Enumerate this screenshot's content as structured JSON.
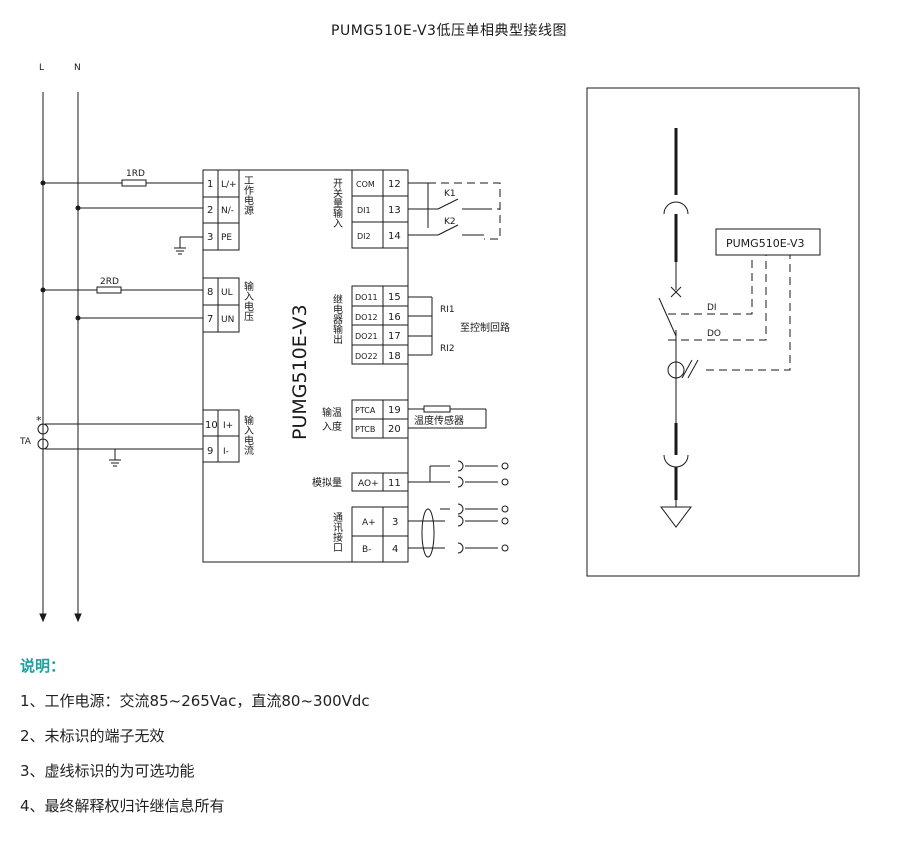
{
  "title": "PUMG510E-V3低压单相典型接线图",
  "lines": {
    "L": "L",
    "N": "N"
  },
  "ta": {
    "label": "TA",
    "star": "*"
  },
  "fuses": {
    "rd1": "1RD",
    "rd2": "2RD"
  },
  "device": {
    "model": "PUMG510E-V3"
  },
  "power": {
    "group": "工作电源",
    "terminals": [
      {
        "num": "1",
        "name": "L/+"
      },
      {
        "num": "2",
        "name": "N/-"
      },
      {
        "num": "3",
        "name": "PE"
      }
    ]
  },
  "voltage": {
    "group": "输入电压",
    "terminals": [
      {
        "num": "8",
        "name": "UL"
      },
      {
        "num": "7",
        "name": "UN"
      }
    ]
  },
  "current": {
    "group": "输入电流",
    "terminals": [
      {
        "num": "10",
        "name": "I+"
      },
      {
        "num": "9",
        "name": "I-"
      }
    ]
  },
  "switch_in": {
    "group": "开关量输入",
    "terminals": [
      {
        "name": "COM",
        "num": "12"
      },
      {
        "name": "DI1",
        "num": "13"
      },
      {
        "name": "DI2",
        "num": "14"
      }
    ],
    "contacts": [
      "K1",
      "K2"
    ]
  },
  "relay_out": {
    "group": "继电器输出",
    "terminals": [
      {
        "name": "DO11",
        "num": "15"
      },
      {
        "name": "DO12",
        "num": "16"
      },
      {
        "name": "DO21",
        "num": "17"
      },
      {
        "name": "DO22",
        "num": "18"
      }
    ],
    "relays": [
      "RI1",
      "RI2"
    ],
    "note": "至控制回路"
  },
  "temp_in": {
    "group": "输温入度",
    "terminals": [
      {
        "name": "PTCA",
        "num": "19"
      },
      {
        "name": "PTCB",
        "num": "20"
      }
    ],
    "sensor": "温度传感器"
  },
  "analog": {
    "group": "模拟量",
    "terminals": [
      {
        "name": "AO+",
        "num": "11"
      }
    ]
  },
  "comm": {
    "group": "通讯接口",
    "terminals": [
      {
        "name": "A+",
        "num": "3"
      },
      {
        "name": "B-",
        "num": "4"
      }
    ]
  },
  "panel": {
    "device": "PUMG510E-V3",
    "di": "DI",
    "do": "DO"
  },
  "notes": {
    "title": "说明：",
    "items": [
      "1、工作电源：交流85~265Vac，直流80~300Vdc",
      "2、未标识的端子无效",
      "3、虚线标识的为可选功能",
      "4、最终解释权归许继信息所有"
    ]
  }
}
